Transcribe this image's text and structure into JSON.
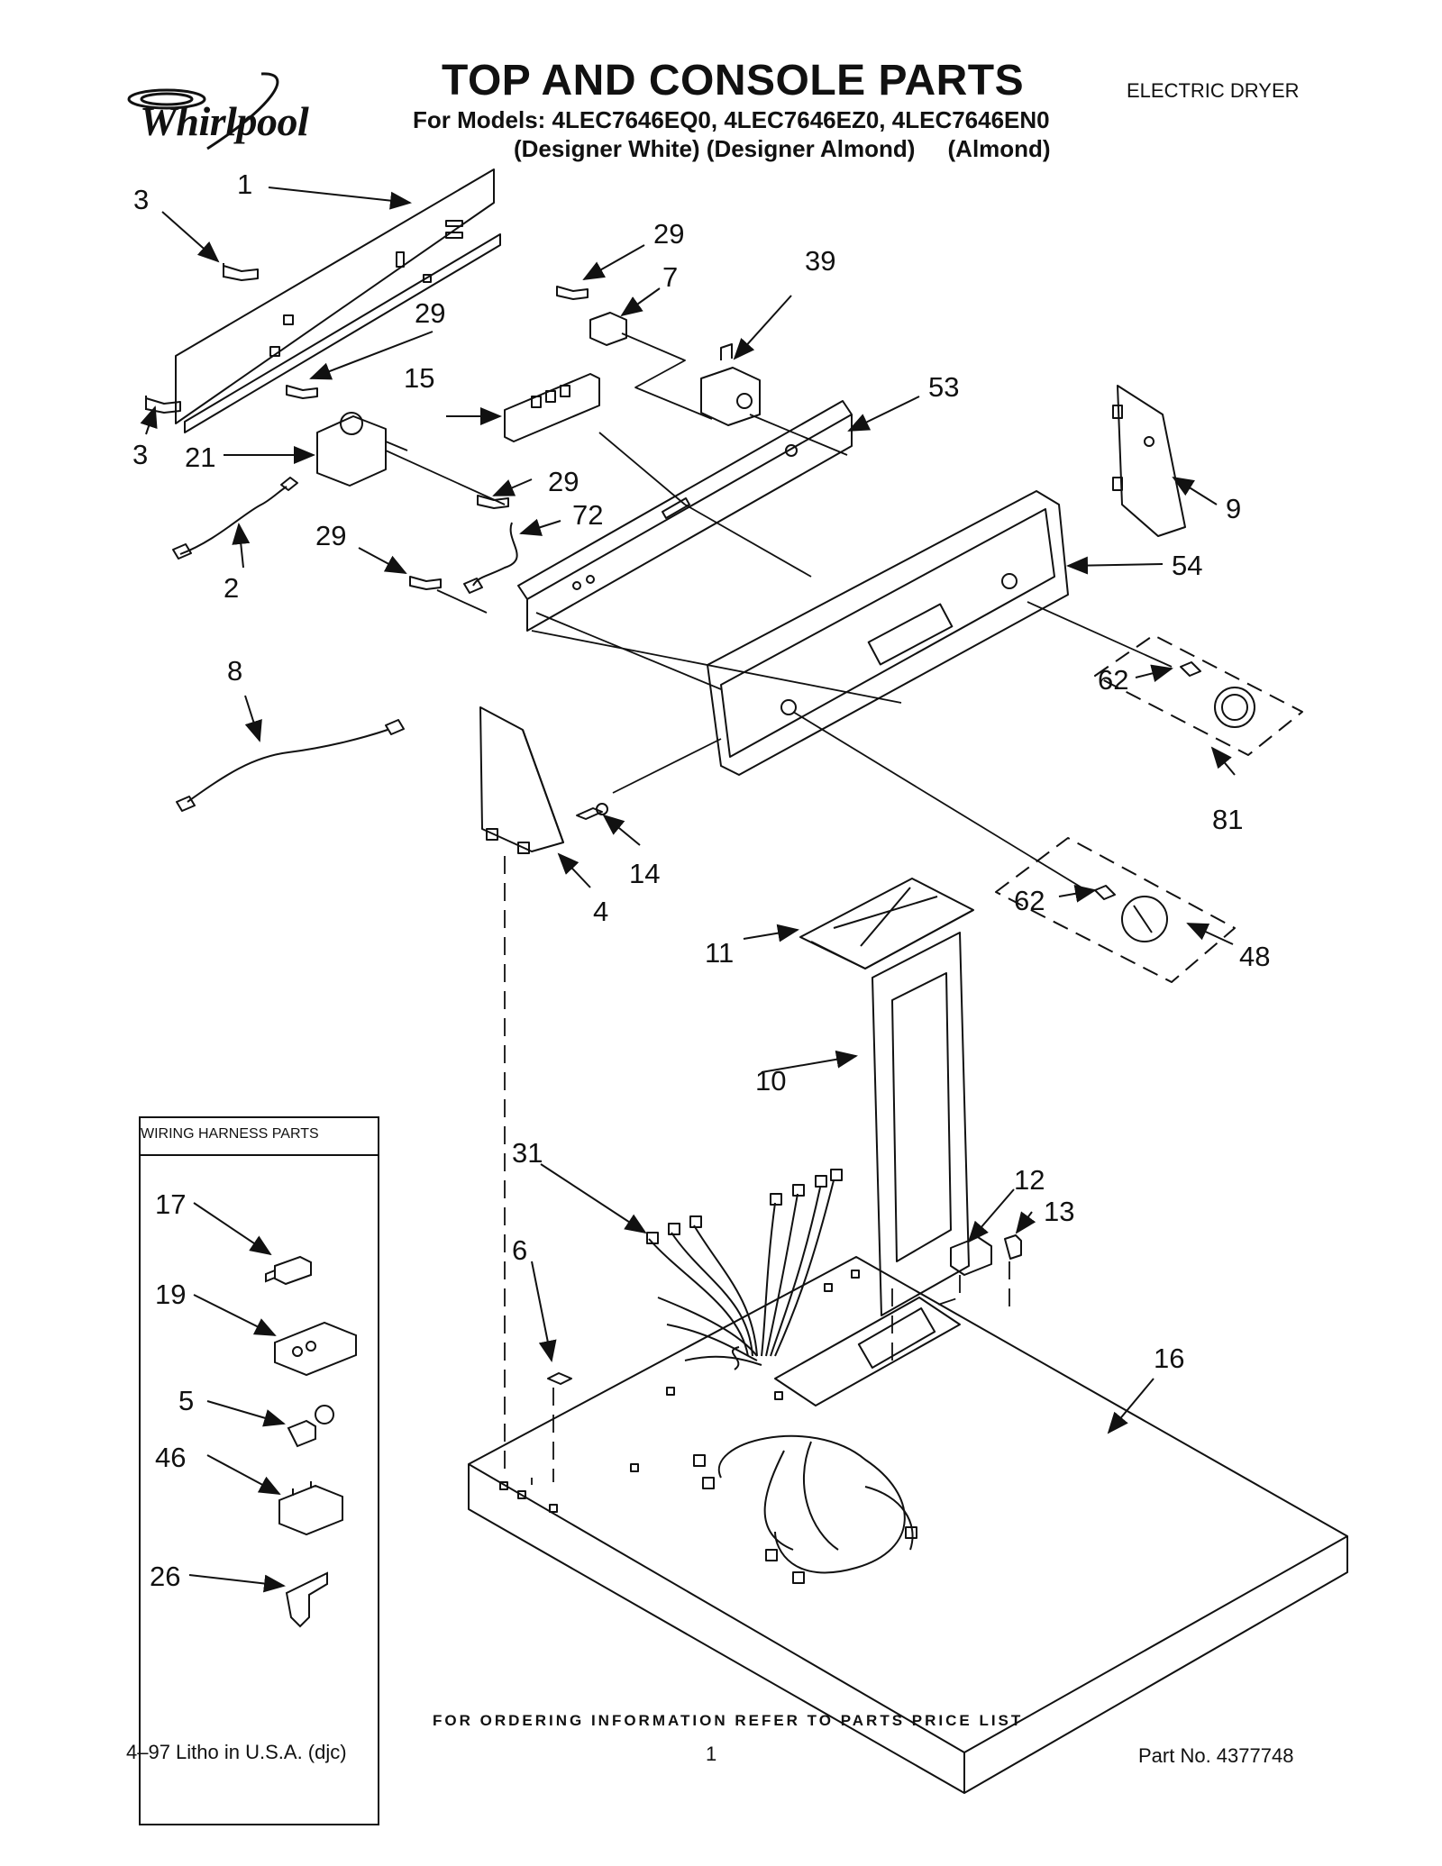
{
  "header": {
    "brand": "Whirlpool",
    "title": "TOP AND CONSOLE PARTS",
    "models_line": "For Models: 4LEC7646EQ0, 4LEC7646EZ0, 4LEC7646EN0",
    "variants_line": "(Designer White) (Designer Almond)     (Almond)",
    "product_type": "ELECTRIC DRYER"
  },
  "harness_box": {
    "title": "WIRING HARNESS PARTS"
  },
  "callouts": {
    "c1": "1",
    "c3a": "3",
    "c3b": "3",
    "c29a": "29",
    "c7": "7",
    "c39": "39",
    "c29b": "29",
    "c15": "15",
    "c53": "53",
    "c9": "9",
    "c21": "21",
    "c29c": "29",
    "c72": "72",
    "c2": "2",
    "c29d": "29",
    "c54": "54",
    "c8": "8",
    "c62a": "62",
    "c81": "81",
    "c14": "14",
    "c4": "4",
    "c62b": "62",
    "c48": "48",
    "c11": "11",
    "c10": "10",
    "c31": "31",
    "c12": "12",
    "c13": "13",
    "c6": "6",
    "c16": "16",
    "c17": "17",
    "c19": "19",
    "c5": "5",
    "c46": "46",
    "c26": "26"
  },
  "footer": {
    "ordering_note": "FOR ORDERING INFORMATION REFER TO PARTS PRICE LIST",
    "litho": "4–97 Litho in U.S.A. (djc)",
    "page": "1",
    "part_no": "Part No. 4377748"
  }
}
